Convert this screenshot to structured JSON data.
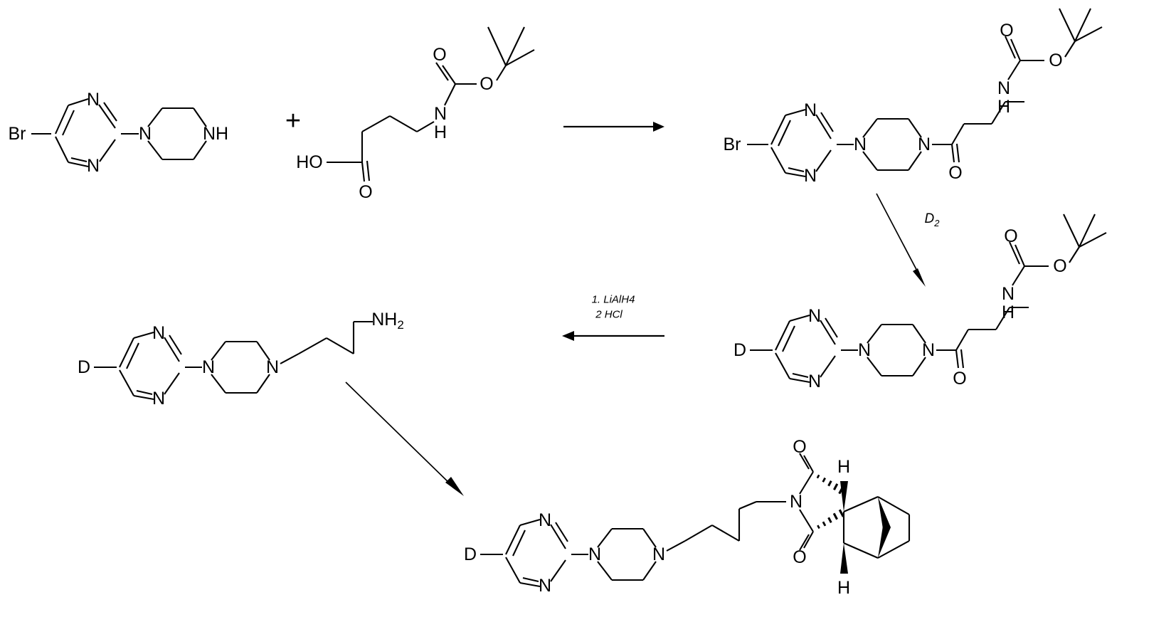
{
  "scheme": {
    "title": "Deuterated buspirone analogue synthesis scheme",
    "background_color": "#ffffff",
    "line_color": "#000000",
    "operators": [
      {
        "name": "plus",
        "symbol": "+"
      }
    ],
    "arrows": [
      {
        "id": "arrow-amide-coupling",
        "direction": "right",
        "conditions": []
      },
      {
        "id": "arrow-deuteration",
        "direction": "down-right",
        "conditions": [
          "D2"
        ]
      },
      {
        "id": "arrow-reduction",
        "direction": "left",
        "conditions": [
          "1. LiAlH4",
          "2 HCl"
        ]
      },
      {
        "id": "arrow-imide-formation",
        "direction": "down-right",
        "conditions": []
      }
    ],
    "conditions": {
      "deuteration": "D2",
      "deuteration_base": "D",
      "deuteration_sub": "2",
      "reduction_line1": "1. LiAlH4",
      "reduction_line2": "2 HCl"
    },
    "structures": [
      {
        "id": "reactant-bromopyrimidinyl-piperazine",
        "name": "5-bromo-2-(piperazin-1-yl)pyrimidine",
        "labels": [
          "Br",
          "N",
          "N",
          "N",
          "NH"
        ]
      },
      {
        "id": "reactant-boc-aminobutanoic-acid",
        "name": "4-(Boc-amino)butanoic acid",
        "labels": [
          "O",
          "O",
          "N",
          "H",
          "HO",
          "O"
        ]
      },
      {
        "id": "product-boc-amide-bromo",
        "name": "tert-butyl (4-(4-(5-bromopyrimidin-2-yl)piperazin-1-yl)-4-oxobutyl)carbamate",
        "labels": [
          "Br",
          "N",
          "N",
          "N",
          "N",
          "O",
          "N",
          "H",
          "O",
          "O"
        ]
      },
      {
        "id": "product-boc-amide-deuterated",
        "name": "tert-butyl (4-oxo-4-(4-(5-deuteriopyrimidin-2-yl)piperazin-1-yl)butyl)carbamate",
        "labels": [
          "D",
          "N",
          "N",
          "N",
          "N",
          "O",
          "N",
          "H",
          "O",
          "O"
        ]
      },
      {
        "id": "product-primary-amine",
        "name": "4-(4-(5-deuteriopyrimidin-2-yl)piperazin-1-yl)butan-1-amine",
        "labels": [
          "D",
          "N",
          "N",
          "N",
          "N",
          "NH2"
        ]
      },
      {
        "id": "product-final-imide",
        "name": "deuterated norbornane-2,3-dicarboximide butyl piperazinyl pyrimidine",
        "labels": [
          "D",
          "N",
          "N",
          "N",
          "N",
          "O",
          "N",
          "O",
          "H",
          "H"
        ]
      }
    ],
    "atom_text": {
      "Br": "Br",
      "N": "N",
      "NH": "NH",
      "NH2_base": "NH",
      "NH2_sub": "2",
      "O": "O",
      "HO": "HO",
      "H": "H",
      "D": "D"
    }
  }
}
